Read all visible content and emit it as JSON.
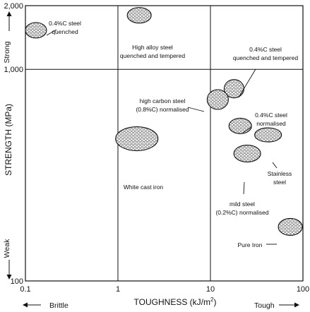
{
  "chart_data": {
    "type": "scatter",
    "title": "",
    "xlabel": "TOUGHNESS (kJ/m",
    "xlabel_sup": "2",
    "xlabel_close": ")",
    "ylabel": "STRENGTH (MPa)",
    "x_scale": "log",
    "y_scale": "log",
    "xlim": [
      0.1,
      100
    ],
    "ylim": [
      100,
      2000
    ],
    "x_ticks": [
      {
        "value": 0.1,
        "label": "0.1"
      },
      {
        "value": 1,
        "label": "1"
      },
      {
        "value": 10,
        "label": "10"
      },
      {
        "value": 100,
        "label": "100"
      }
    ],
    "y_ticks": [
      {
        "value": 100,
        "label": "100"
      },
      {
        "value": 1000,
        "label": "1,000"
      },
      {
        "value": 2000,
        "label": "2,000"
      }
    ],
    "grid": {
      "x": [
        1,
        10
      ],
      "y": [
        1000
      ]
    },
    "x_side_labels": {
      "left": "Brittle",
      "right": "Tough"
    },
    "y_side_labels": {
      "bottom": "Weak",
      "top": "Strong"
    },
    "materials": [
      {
        "name": "0.4%C steel quenched",
        "lines": [
          "0.4%C steel",
          "quenched"
        ],
        "toughness": 0.13,
        "strength": 1530
      },
      {
        "name": "High alloy steel quenched and tempered",
        "lines": [
          "High alloy steel",
          "quenched and tempered"
        ],
        "toughness": 1.7,
        "strength": 1800
      },
      {
        "name": "0.4%C steel quenched and tempered",
        "lines": [
          "0.4%C steel",
          "quenched and tempered"
        ],
        "toughness": 18,
        "strength": 810
      },
      {
        "name": "high carbon steel (0.8%C) normalised",
        "lines": [
          "high carbon steel",
          "(0.8%C) normalised"
        ],
        "toughness": 12,
        "strength": 720
      },
      {
        "name": "0.4%C steel normalised",
        "lines": [
          "0.4%C steel",
          "normalised"
        ],
        "toughness": 21,
        "strength": 540
      },
      {
        "name": "White cast iron",
        "lines": [
          "White cast iron"
        ],
        "toughness": 1.6,
        "strength": 470
      },
      {
        "name": "Stainless steel",
        "lines": [
          "Stainless",
          "steel"
        ],
        "toughness": 42,
        "strength": 490
      },
      {
        "name": "mild steel (0.2%C) normalised",
        "lines": [
          "mild steel",
          "(0.2%C) normalised"
        ],
        "toughness": 25,
        "strength": 400
      },
      {
        "name": "Pure Iron",
        "lines": [
          "Pure Iron"
        ],
        "toughness": 73,
        "strength": 180
      }
    ]
  }
}
